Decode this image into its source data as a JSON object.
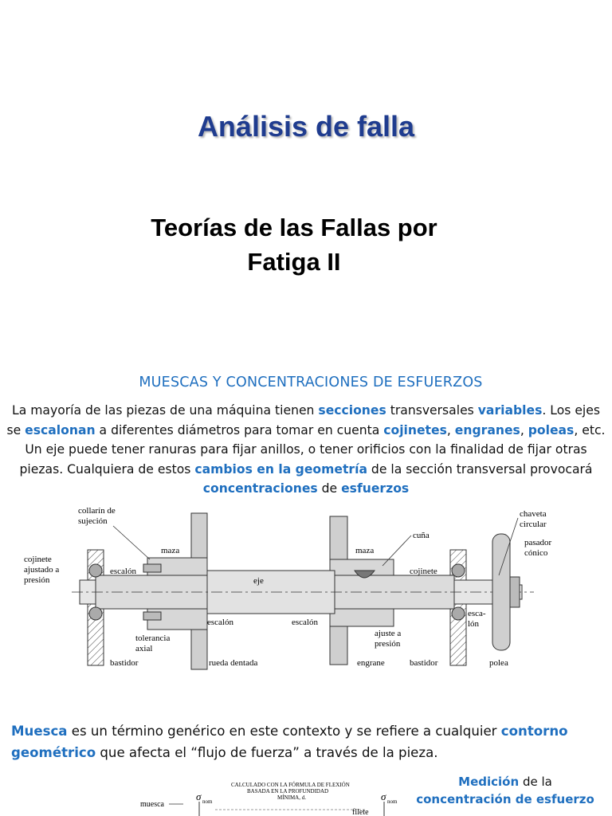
{
  "title": "Análisis de falla",
  "subtitle_line1": "Teorías de las Fallas por",
  "subtitle_line2": "Fatiga II",
  "section_heading": "MUESCAS Y CONCENTRACIONES DE ESFUERZOS",
  "paragraph1": [
    {
      "t": "La mayoría de las piezas de una máquina tienen ",
      "b": false
    },
    {
      "t": "secciones",
      "b": true
    },
    {
      "t": " transversales ",
      "b": false
    },
    {
      "t": "variables",
      "b": true
    },
    {
      "t": ". Los ejes se ",
      "b": false
    },
    {
      "t": "escalonan",
      "b": true
    },
    {
      "t": " a diferentes diámetros para tomar en cuenta ",
      "b": false
    },
    {
      "t": "cojinetes",
      "b": true
    },
    {
      "t": ", ",
      "b": false
    },
    {
      "t": "engranes",
      "b": true
    },
    {
      "t": ", ",
      "b": false
    },
    {
      "t": "poleas",
      "b": true
    },
    {
      "t": ", etc. Un eje puede tener ranuras para fijar anillos, o tener orificios con la finalidad de fijar otras piezas. Cualquiera de estos ",
      "b": false
    },
    {
      "t": "cambios en la geometría",
      "b": true
    },
    {
      "t": " de la sección transversal provocará ",
      "b": false
    },
    {
      "t": "concentraciones",
      "b": true
    },
    {
      "t": " de ",
      "b": false
    },
    {
      "t": "esfuerzos",
      "b": true
    }
  ],
  "shaft_figure": {
    "labels": {
      "collarin": [
        "collarín de",
        "sujeción"
      ],
      "chaveta": [
        "chaveta",
        "circular"
      ],
      "cuna": "cuña",
      "pasador": [
        "pasador",
        "cónico"
      ],
      "maza_left": "maza",
      "maza_right": "maza",
      "cojinete_left": [
        "cojinete",
        "ajustado a",
        "presión"
      ],
      "escalon_left": "escalón",
      "eje": "eje",
      "cojinete_right": "cojinete",
      "escalon_mid1": "escalón",
      "escalon_mid2": "escalón",
      "escalon_right": [
        "esca-",
        "lón"
      ],
      "tolerancia": [
        "tolerancia",
        "axial"
      ],
      "ajuste": [
        "ajuste a",
        "presión"
      ],
      "bastidor_left": "bastidor",
      "rueda": "rueda dentada",
      "engrane": "engrane",
      "bastidor_right": "bastidor",
      "polea": "polea"
    }
  },
  "paragraph2": [
    {
      "t": "Muesca",
      "b": true
    },
    {
      "t": " es un término genérico en este contexto y se refiere a cualquier ",
      "b": false
    },
    {
      "t": "contorno geométrico",
      "b": true
    },
    {
      "t": " que afecta el “flujo de fuerza” a través de la pieza.",
      "b": false
    }
  ],
  "measure_note": [
    {
      "t": "Medición",
      "b": true
    },
    {
      "t": " de la ",
      "b": false
    },
    {
      "t": "concentración de esfuerzo",
      "b": true
    }
  ],
  "bottom_figure": {
    "label_muesca": "muesca",
    "label_calc": [
      "CALCULADO CON LA FÓRMULA DE FLEXIÓN",
      "BASADA EN LA PROFUNDIDAD",
      "MÍNIMA, d."
    ],
    "label_filete": "filete",
    "sigma": "σ",
    "nom": "nom"
  },
  "colors": {
    "title": "#1f3c8f",
    "accent": "#1f6fbf",
    "hatch": "#444444",
    "shaft": "#dcdcdc"
  }
}
